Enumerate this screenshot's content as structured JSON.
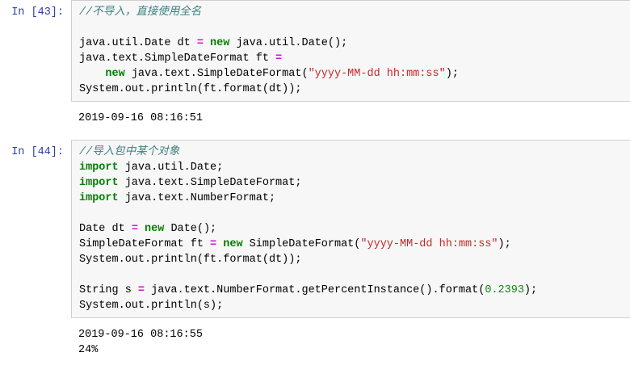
{
  "notebook": {
    "cells": [
      {
        "prompt": "In [43]:",
        "code_lines": [
          [
            {
              "t": "//不导入，直接使用全名",
              "c": "comment"
            }
          ],
          [
            {
              "t": "",
              "c": "plain"
            }
          ],
          [
            {
              "t": "java.util.Date dt ",
              "c": "plain"
            },
            {
              "t": "=",
              "c": "op"
            },
            {
              "t": " ",
              "c": "plain"
            },
            {
              "t": "new",
              "c": "kw"
            },
            {
              "t": " java.util.Date();",
              "c": "plain"
            }
          ],
          [
            {
              "t": "java.text.SimpleDateFormat ft ",
              "c": "plain"
            },
            {
              "t": "=",
              "c": "op"
            }
          ],
          [
            {
              "t": "    ",
              "c": "plain"
            },
            {
              "t": "new",
              "c": "kw"
            },
            {
              "t": " java.text.SimpleDateFormat(",
              "c": "plain"
            },
            {
              "t": "\"yyyy-MM-dd hh:mm:ss\"",
              "c": "str"
            },
            {
              "t": ");",
              "c": "plain"
            }
          ],
          [
            {
              "t": "System.out.println(ft.format(dt));",
              "c": "plain"
            }
          ]
        ],
        "output_lines": [
          "2019-09-16 08:16:51"
        ]
      },
      {
        "prompt": "In [44]:",
        "code_lines": [
          [
            {
              "t": "//导入包中某个对象",
              "c": "comment"
            }
          ],
          [
            {
              "t": "import",
              "c": "kw"
            },
            {
              "t": " java.util.Date;",
              "c": "plain"
            }
          ],
          [
            {
              "t": "import",
              "c": "kw"
            },
            {
              "t": " java.text.SimpleDateFormat;",
              "c": "plain"
            }
          ],
          [
            {
              "t": "import",
              "c": "kw"
            },
            {
              "t": " java.text.NumberFormat;",
              "c": "plain"
            }
          ],
          [
            {
              "t": "",
              "c": "plain"
            }
          ],
          [
            {
              "t": "Date dt ",
              "c": "plain"
            },
            {
              "t": "=",
              "c": "op"
            },
            {
              "t": " ",
              "c": "plain"
            },
            {
              "t": "new",
              "c": "kw"
            },
            {
              "t": " Date();",
              "c": "plain"
            }
          ],
          [
            {
              "t": "SimpleDateFormat ft ",
              "c": "plain"
            },
            {
              "t": "=",
              "c": "op"
            },
            {
              "t": " ",
              "c": "plain"
            },
            {
              "t": "new",
              "c": "kw"
            },
            {
              "t": " SimpleDateFormat(",
              "c": "plain"
            },
            {
              "t": "\"yyyy-MM-dd hh:mm:ss\"",
              "c": "str"
            },
            {
              "t": ");",
              "c": "plain"
            }
          ],
          [
            {
              "t": "System.out.println(ft.format(dt));",
              "c": "plain"
            }
          ],
          [
            {
              "t": "",
              "c": "plain"
            }
          ],
          [
            {
              "t": "String s ",
              "c": "plain"
            },
            {
              "t": "=",
              "c": "op"
            },
            {
              "t": " java.text.NumberFormat.getPercentInstance().format(",
              "c": "plain"
            },
            {
              "t": "0.2393",
              "c": "num"
            },
            {
              "t": ");",
              "c": "plain"
            }
          ],
          [
            {
              "t": "System.out.println(s);",
              "c": "plain"
            }
          ]
        ],
        "output_lines": [
          "2019-09-16 08:16:55",
          "24%"
        ]
      }
    ]
  },
  "colors": {
    "prompt": "#303F9F",
    "comment": "#408080",
    "keyword": "#008000",
    "operator": "#d213d2",
    "string": "#c62828",
    "number": "#118811",
    "cell_background": "#f7f7f7",
    "cell_border": "#cfcfcf",
    "page_background": "#ffffff"
  }
}
